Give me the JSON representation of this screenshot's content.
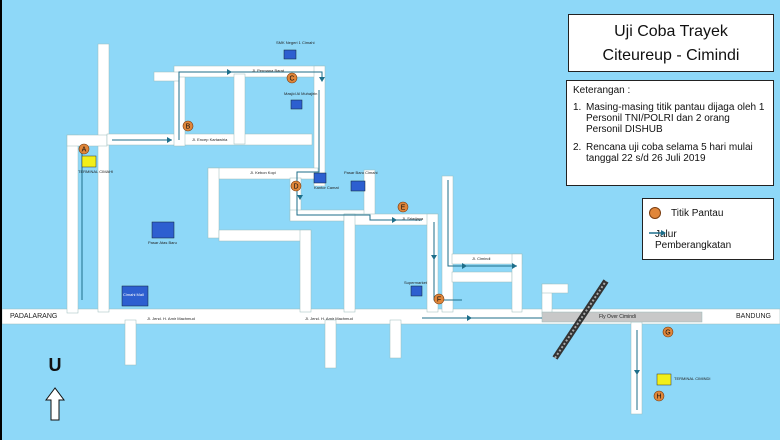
{
  "title": {
    "line1": "Uji Coba Trayek",
    "line2": "Citeureup - Cimindi"
  },
  "notes": {
    "header": "Keterangan :",
    "items": [
      {
        "num": "1.",
        "text": "Masing-masing titik pantau dijaga oleh 1 Personil TNI/POLRI dan 2 orang Personil DISHUB"
      },
      {
        "num": "2.",
        "text": "Rencana uji coba selama 5 hari mulai tanggal 22 s/d 26 Juli 2019"
      }
    ]
  },
  "legend": {
    "point": "Titik Pantau",
    "route_line1": "Jalur",
    "route_line2": "Pemberangkatan"
  },
  "colors": {
    "water": "#8ed8f8",
    "road": "#ffffff",
    "building": "#2d5fd0",
    "marker": "#e0863a",
    "terminal": "#f2ef1a",
    "route": "#1d6e8a",
    "flyover": "#c8c8c8"
  },
  "places": {
    "padalarang": "PADALARANG",
    "bandung": "BANDUNG",
    "fly_over": "Fly Over Cimindi",
    "road_main_west": "Jl. Jend. H. Amir Machmud",
    "road_main_mid": "Jl. Jend. H. Amir Machmud",
    "smk": "SMK Negeri 1 Cimahi",
    "masjid": "Masjid Al Muhajirin",
    "pasar_atas": "Pasar Atas Baru",
    "terminal_cimahi": "TERMINAL CIMAHI",
    "terminal_cimindi": "TERMINAL CIMINDI",
    "supermarket": "Supermarket",
    "kantor": "Kantor Camat",
    "pasar": "Pasar Baru Cimahi",
    "cimahi_mall": "Cimahi Mall",
    "jl_permana": "Jl. Permana Barat",
    "jl_encep": "Jl. Encep Kartawiria",
    "jl_sriwijaya": "Jl. Sriwijaya",
    "jl_cimindi": "Jl. Cimindi",
    "jl_kebon_kopi": "Jl. Kebon Kopi"
  },
  "markers": [
    "A",
    "B",
    "C",
    "D",
    "E",
    "F",
    "G",
    "H"
  ],
  "north": "U"
}
